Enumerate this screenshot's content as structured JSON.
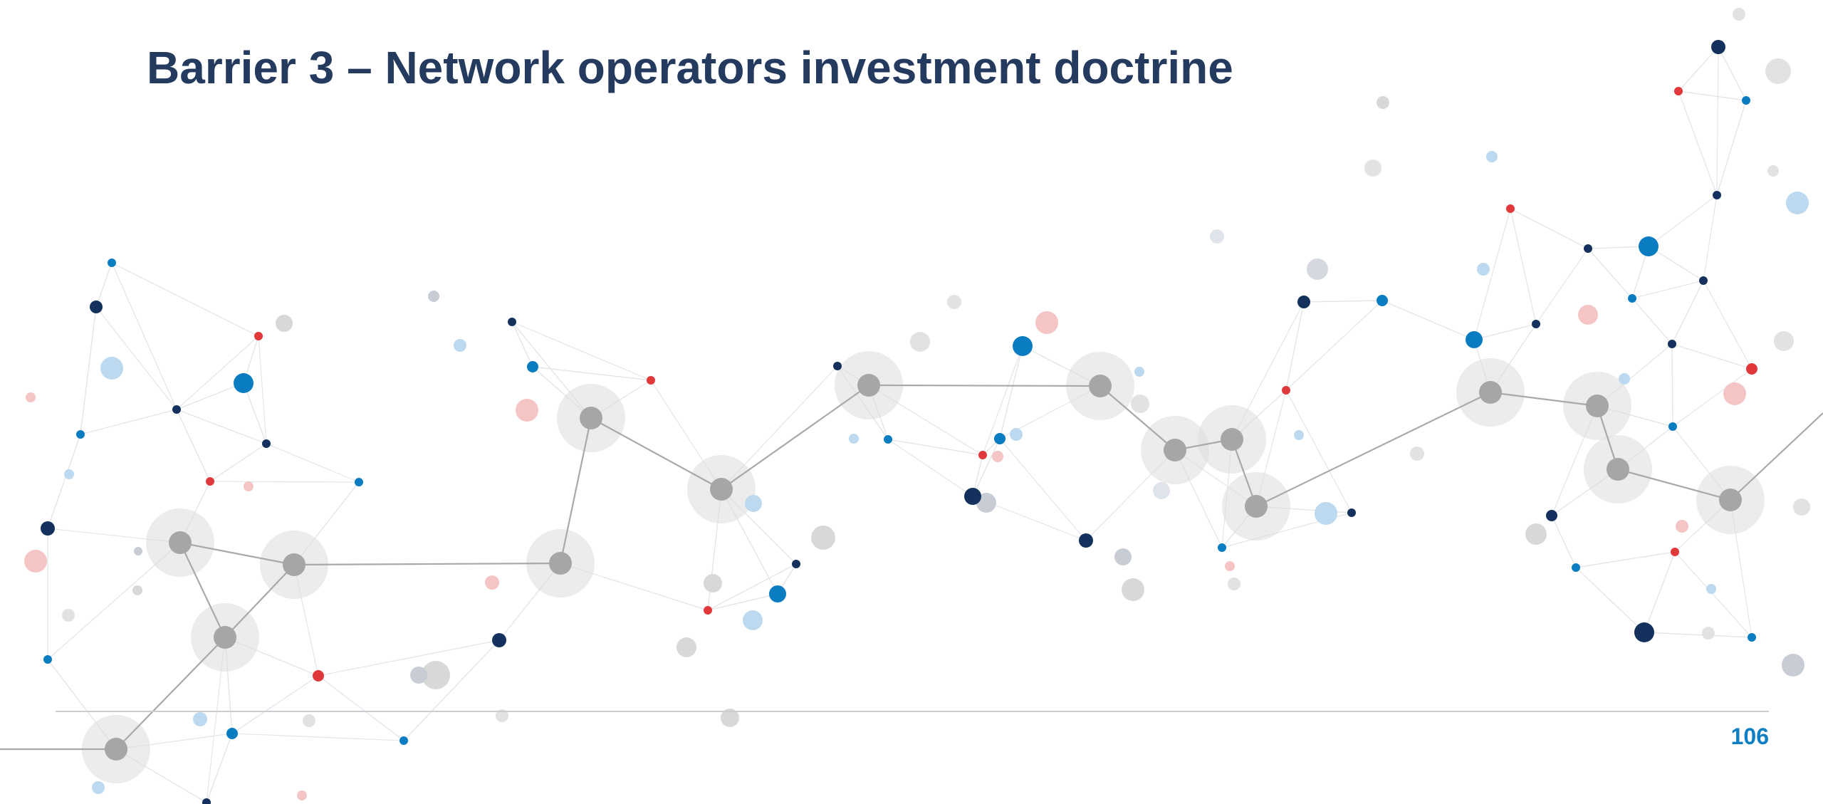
{
  "slide": {
    "title": "Barrier 3 – Network operators investment doctrine",
    "page_number": "106"
  },
  "colors": {
    "title": "#243a5e",
    "page_number": "#0d7fc2",
    "hub_node": "#a6a6a6",
    "navy_node": "#13315c",
    "blue_node": "#0a7dc2",
    "red_node": "#e0383b",
    "rule": "#c9ccd1"
  },
  "decoration": {
    "name": "network-graph-background"
  }
}
